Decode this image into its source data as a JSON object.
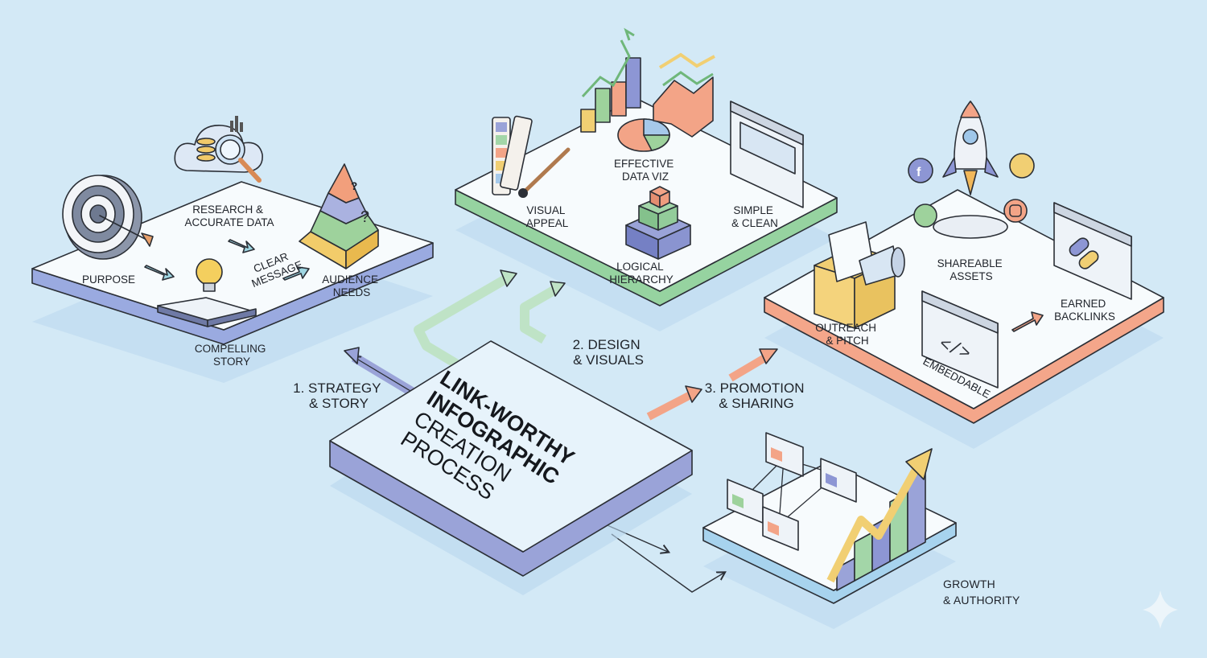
{
  "title": {
    "line1": "LINK-WORTHY",
    "line2": "INFOGRAPHIC",
    "line3": "CREATION",
    "line4": "PROCESS"
  },
  "steps": {
    "strategy": [
      "1. STRATEGY",
      "& STORY"
    ],
    "design": [
      "2. DESIGN",
      "& VISUALS"
    ],
    "promotion": [
      "3. PROMOTION",
      "& SHARING"
    ]
  },
  "strategy_platform": {
    "purpose": "PURPOSE",
    "research": [
      "RESEARCH &",
      "ACCURATE DATA"
    ],
    "clear_message": [
      "CLEAR",
      "MESSAGE"
    ],
    "audience": [
      "AUDIENCE",
      "NEEDS"
    ],
    "story": [
      "COMPELLING",
      "STORY"
    ]
  },
  "design_platform": {
    "visual_appeal": [
      "VISUAL",
      "APPEAL"
    ],
    "data_viz": [
      "EFFECTIVE",
      "DATA VIZ"
    ],
    "simple_clean": [
      "SIMPLE",
      "& CLEAN"
    ],
    "hierarchy": [
      "LOGICAL",
      "HIERARCHY"
    ]
  },
  "promotion_platform": {
    "shareable": [
      "SHAREABLE",
      "ASSETS"
    ],
    "outreach": [
      "OUTREACH",
      "& PITCH"
    ],
    "embeddable": "EMBEDDABLE",
    "backlinks": [
      "EARNED",
      "BACKLINKS"
    ]
  },
  "growth_platform": {
    "growth": [
      "GROWTH",
      "& AUTHORITY"
    ]
  },
  "colors": {
    "background": "#d3e9f6",
    "strategy_edge": "#8f9fd6",
    "design_edge": "#8fcf9c",
    "promotion_edge": "#f2a384",
    "growth_edge": "#a9d4ec"
  }
}
